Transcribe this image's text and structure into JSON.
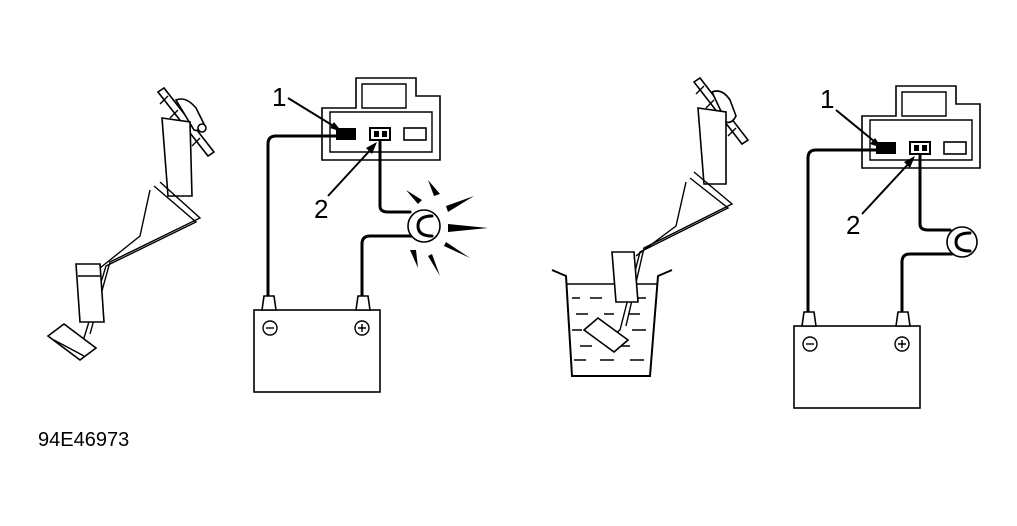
{
  "figure_code": "94E46973",
  "callouts": {
    "left": [
      "1",
      "2"
    ],
    "right": [
      "1",
      "2"
    ]
  },
  "icons": [
    "fuel-sender-unit-icon",
    "connector-icon",
    "test-lamp-icon",
    "battery-icon",
    "fluid-container-icon"
  ],
  "battery_terminals": {
    "negative": "⊖",
    "positive": "⊕"
  }
}
